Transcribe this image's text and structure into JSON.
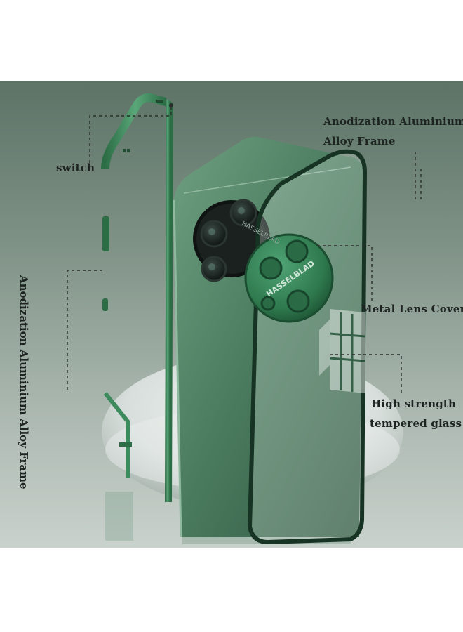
{
  "callouts": {
    "switch": "switch",
    "frame_right_line1": "Anodization Aluminium",
    "frame_right_line2": "Alloy Frame",
    "frame_left_vertical": "Anodization Aluminium Alloy Frame",
    "lens_cover": "Metal Lens Cover",
    "glass_line1": "High strength",
    "glass_line2": "tempered glass"
  },
  "product_markings": {
    "phone_camera_text": "HASSELBLAD",
    "lens_cover_text": "HASSELBLAD"
  },
  "colors": {
    "background_top": "#5f7669",
    "background_bottom": "#c9d3cd",
    "frame_green": "#3f8a5e",
    "phone_green": "#4d7f62",
    "lens_cover_green": "#2f7a4e",
    "label_text": "#1e2421"
  }
}
